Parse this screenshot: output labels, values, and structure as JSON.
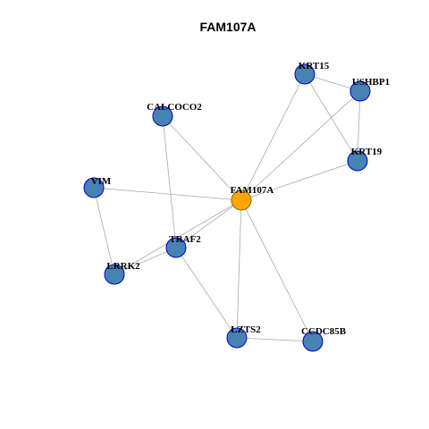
{
  "title": "FAM107A",
  "colors": {
    "hub_fill": "#FFA500",
    "hub_stroke": "#8B6508",
    "node_fill": "#4682B4",
    "node_stroke": "#0000CD",
    "edge": "#A9A9A9"
  },
  "nodes": [
    {
      "id": "FAM107A",
      "label": "FAM107A",
      "hub": true
    },
    {
      "id": "KRT15",
      "label": "KRT15",
      "hub": false
    },
    {
      "id": "USHBP1",
      "label": "USHBP1",
      "hub": false
    },
    {
      "id": "CALCOCO2",
      "label": "CALCOCO2",
      "hub": false
    },
    {
      "id": "KRT19",
      "label": "KRT19",
      "hub": false
    },
    {
      "id": "VIM",
      "label": "VIM",
      "hub": false
    },
    {
      "id": "TRAF2",
      "label": "TRAF2",
      "hub": false
    },
    {
      "id": "LRRK2",
      "label": "LRRK2",
      "hub": false
    },
    {
      "id": "LZTS2",
      "label": "LZTS2",
      "hub": false
    },
    {
      "id": "CCDC85B",
      "label": "CCDC85B",
      "hub": false
    }
  ],
  "edges": [
    [
      "FAM107A",
      "KRT15"
    ],
    [
      "FAM107A",
      "USHBP1"
    ],
    [
      "FAM107A",
      "KRT19"
    ],
    [
      "FAM107A",
      "CALCOCO2"
    ],
    [
      "FAM107A",
      "VIM"
    ],
    [
      "FAM107A",
      "TRAF2"
    ],
    [
      "FAM107A",
      "LRRK2"
    ],
    [
      "FAM107A",
      "LZTS2"
    ],
    [
      "FAM107A",
      "CCDC85B"
    ],
    [
      "KRT15",
      "USHBP1"
    ],
    [
      "KRT15",
      "KRT19"
    ],
    [
      "USHBP1",
      "KRT19"
    ],
    [
      "CALCOCO2",
      "TRAF2"
    ],
    [
      "VIM",
      "LRRK2"
    ],
    [
      "TRAF2",
      "LRRK2"
    ],
    [
      "TRAF2",
      "LZTS2"
    ],
    [
      "LZTS2",
      "CCDC85B"
    ]
  ]
}
